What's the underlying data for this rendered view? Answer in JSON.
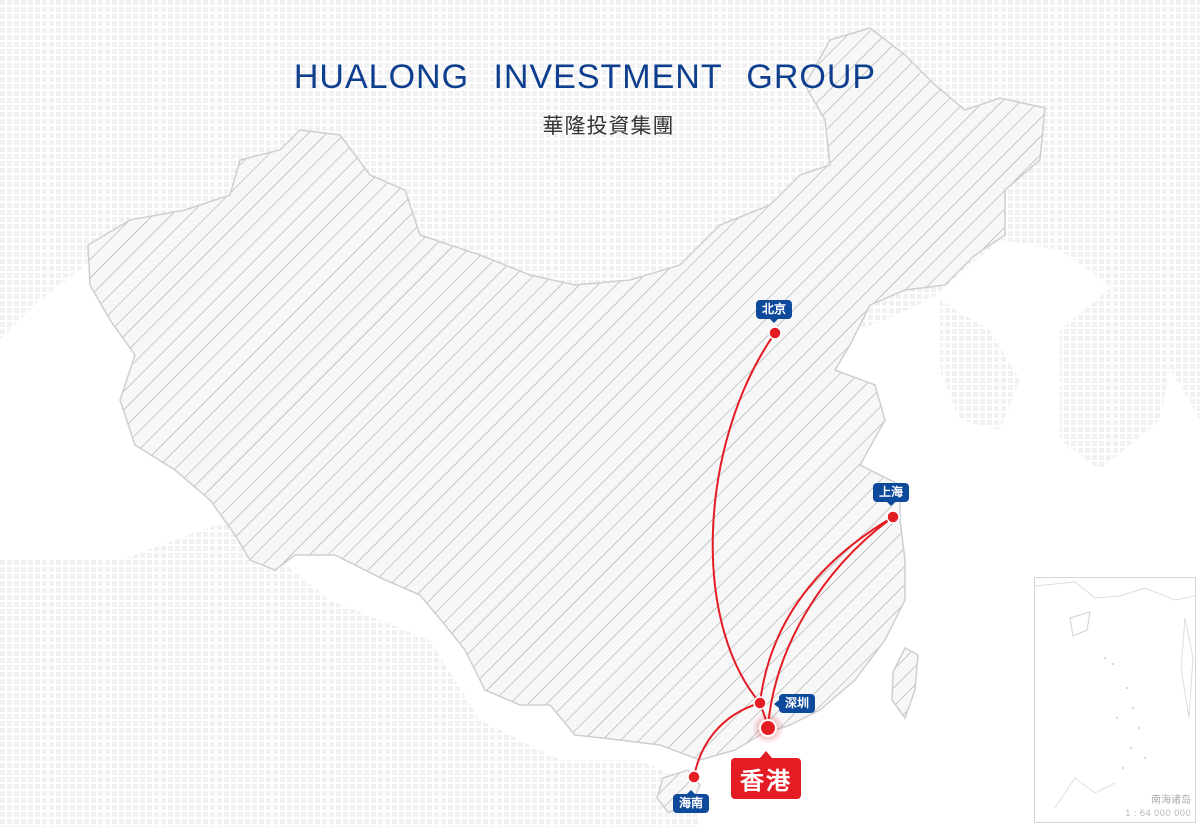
{
  "title": {
    "en": "HUALONG  INVESTMENT  GROUP",
    "cn": "華隆投資集團"
  },
  "cities": {
    "beijing": "北京",
    "shanghai": "上海",
    "shenzhen": "深圳",
    "hainan": "海南",
    "hongkong": "香港"
  },
  "inset": {
    "label": "南海诸岛",
    "scale": "1 : 64 000 000"
  },
  "colors": {
    "brand_blue": "#0e4a9c",
    "route_red": "#e41d25",
    "map_fill": "#f2f2f2",
    "hatch": "#9a9a9a"
  }
}
